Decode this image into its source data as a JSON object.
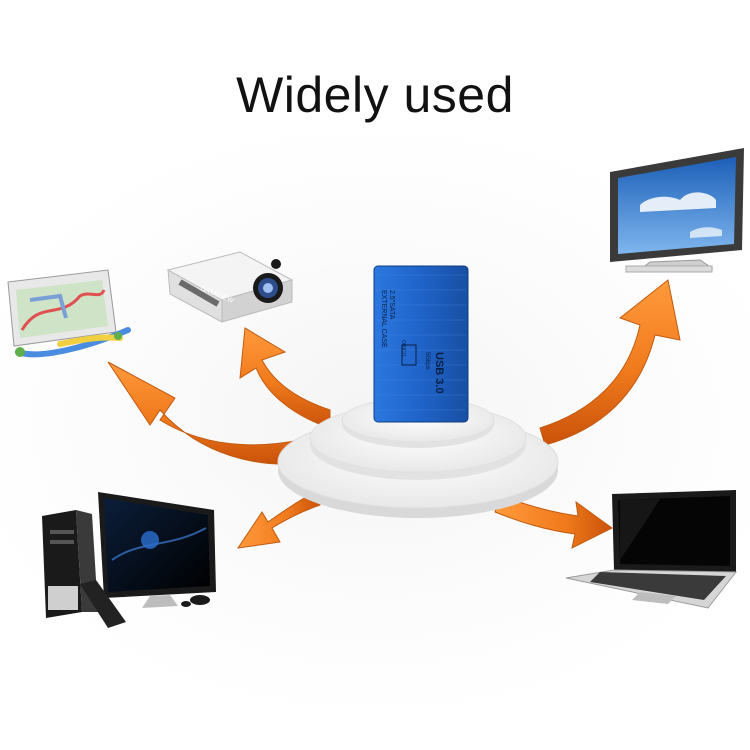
{
  "title": "Widely used",
  "drive": {
    "label_spec": "2.5\"SATA",
    "label_case": "EXTERNAL CASE",
    "label_brand": "ORICO",
    "label_usb": "USB 3.0",
    "label_speed": "5Gbps",
    "color": "#1f63c8"
  },
  "devices": [
    {
      "name": "gps-navigator",
      "icon": "gps-icon"
    },
    {
      "name": "projector",
      "icon": "projector-icon"
    },
    {
      "name": "lcd-tv",
      "icon": "tv-icon"
    },
    {
      "name": "desktop-computer",
      "icon": "desktop-icon"
    },
    {
      "name": "laptop",
      "icon": "laptop-icon"
    }
  ],
  "projector_brand": "DATAVIEW",
  "arrow_color": "#f07a1c",
  "platform_color": "#f2f2f2"
}
